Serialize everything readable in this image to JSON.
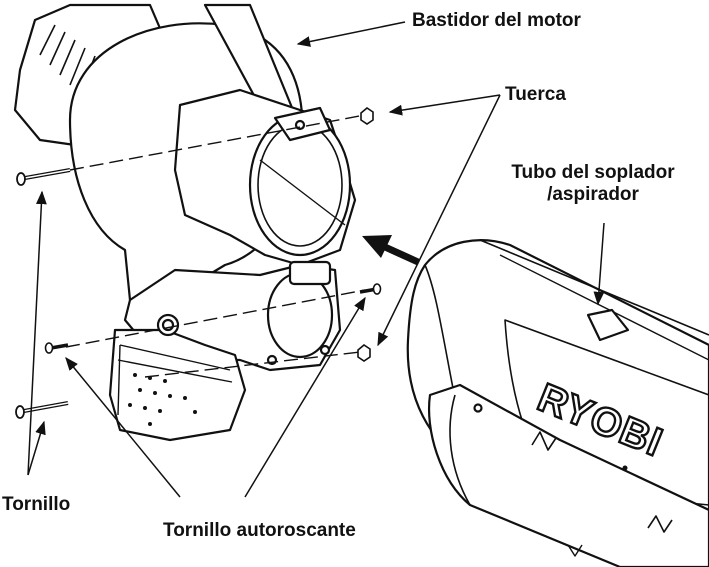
{
  "labels": {
    "motor_housing": "Bastidor del motor",
    "nut": "Tuerca",
    "tube_line1": "Tubo del soplador",
    "tube_line2": "/aspirador",
    "screw": "Tornillo",
    "self_tapping_screw": "Tornillo autoroscante"
  },
  "brand_logo": "RYOBI",
  "colors": {
    "line": "#111111",
    "background": "#ffffff"
  }
}
